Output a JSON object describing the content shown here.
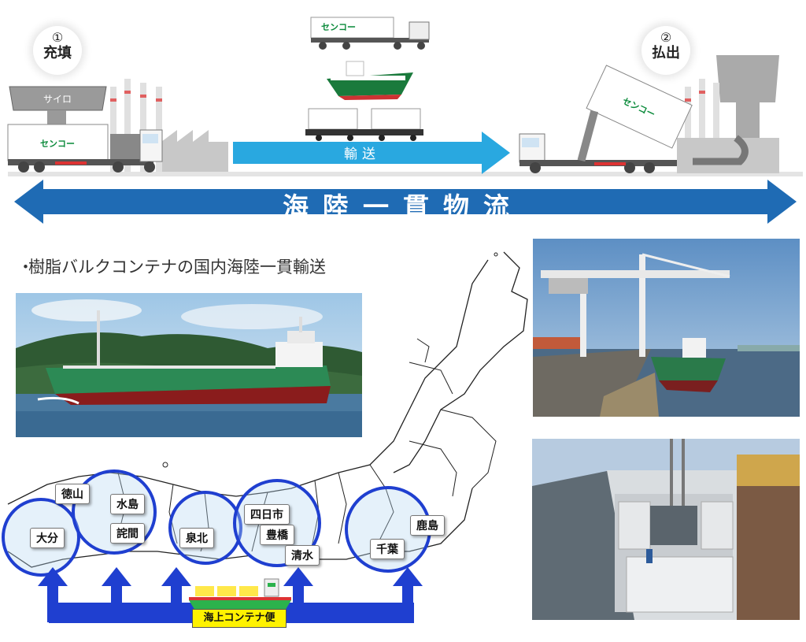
{
  "steps": [
    {
      "num": "①",
      "label": "充填"
    },
    {
      "num": "②",
      "label": "払出"
    }
  ],
  "silo_label": "サイロ",
  "brand": "センコー",
  "transport_label": "輸送",
  "banner_label": "海陸一貫物流",
  "bullet_text": "樹脂バルクコンテナの国内海陸一貫輸送",
  "cities": [
    "徳山",
    "水島",
    "大分",
    "詫間",
    "泉北",
    "四日市",
    "豊橋",
    "清水",
    "千葉",
    "鹿島"
  ],
  "service_label": "海上コンテナ便",
  "colors": {
    "banner_blue": "#1f6bb4",
    "arrow_blue": "#29a8e0",
    "map_blue": "#1f3fd0",
    "container_green": "#2bb24c",
    "label_yellow": "#fff200"
  },
  "photos": [
    "ship-photo",
    "crane-port-photo",
    "container-hold-photo"
  ]
}
